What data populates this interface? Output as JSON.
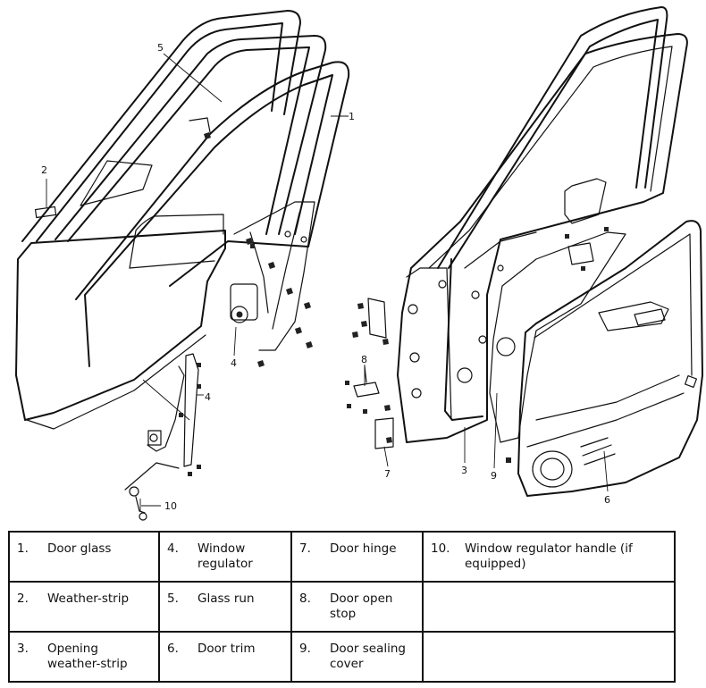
{
  "callouts": [
    "1",
    "2",
    "3",
    "4",
    "4",
    "5",
    "6",
    "7",
    "8",
    "9",
    "10"
  ],
  "legend": {
    "rows": [
      [
        {
          "num": "1.",
          "label": "Door glass"
        },
        {
          "num": "4.",
          "label": "Window regulator"
        },
        {
          "num": "7.",
          "label": "Door hinge"
        },
        {
          "num": "10.",
          "label": "Window regulator handle (if equipped)"
        }
      ],
      [
        {
          "num": "2.",
          "label": "Weather-strip"
        },
        {
          "num": "5.",
          "label": "Glass run"
        },
        {
          "num": "8.",
          "label": "Door open stop"
        },
        {
          "num": "",
          "label": ""
        }
      ],
      [
        {
          "num": "3.",
          "label": "Opening weather-strip"
        },
        {
          "num": "6.",
          "label": "Door trim"
        },
        {
          "num": "9.",
          "label": "Door sealing cover"
        },
        {
          "num": "",
          "label": ""
        }
      ]
    ]
  }
}
